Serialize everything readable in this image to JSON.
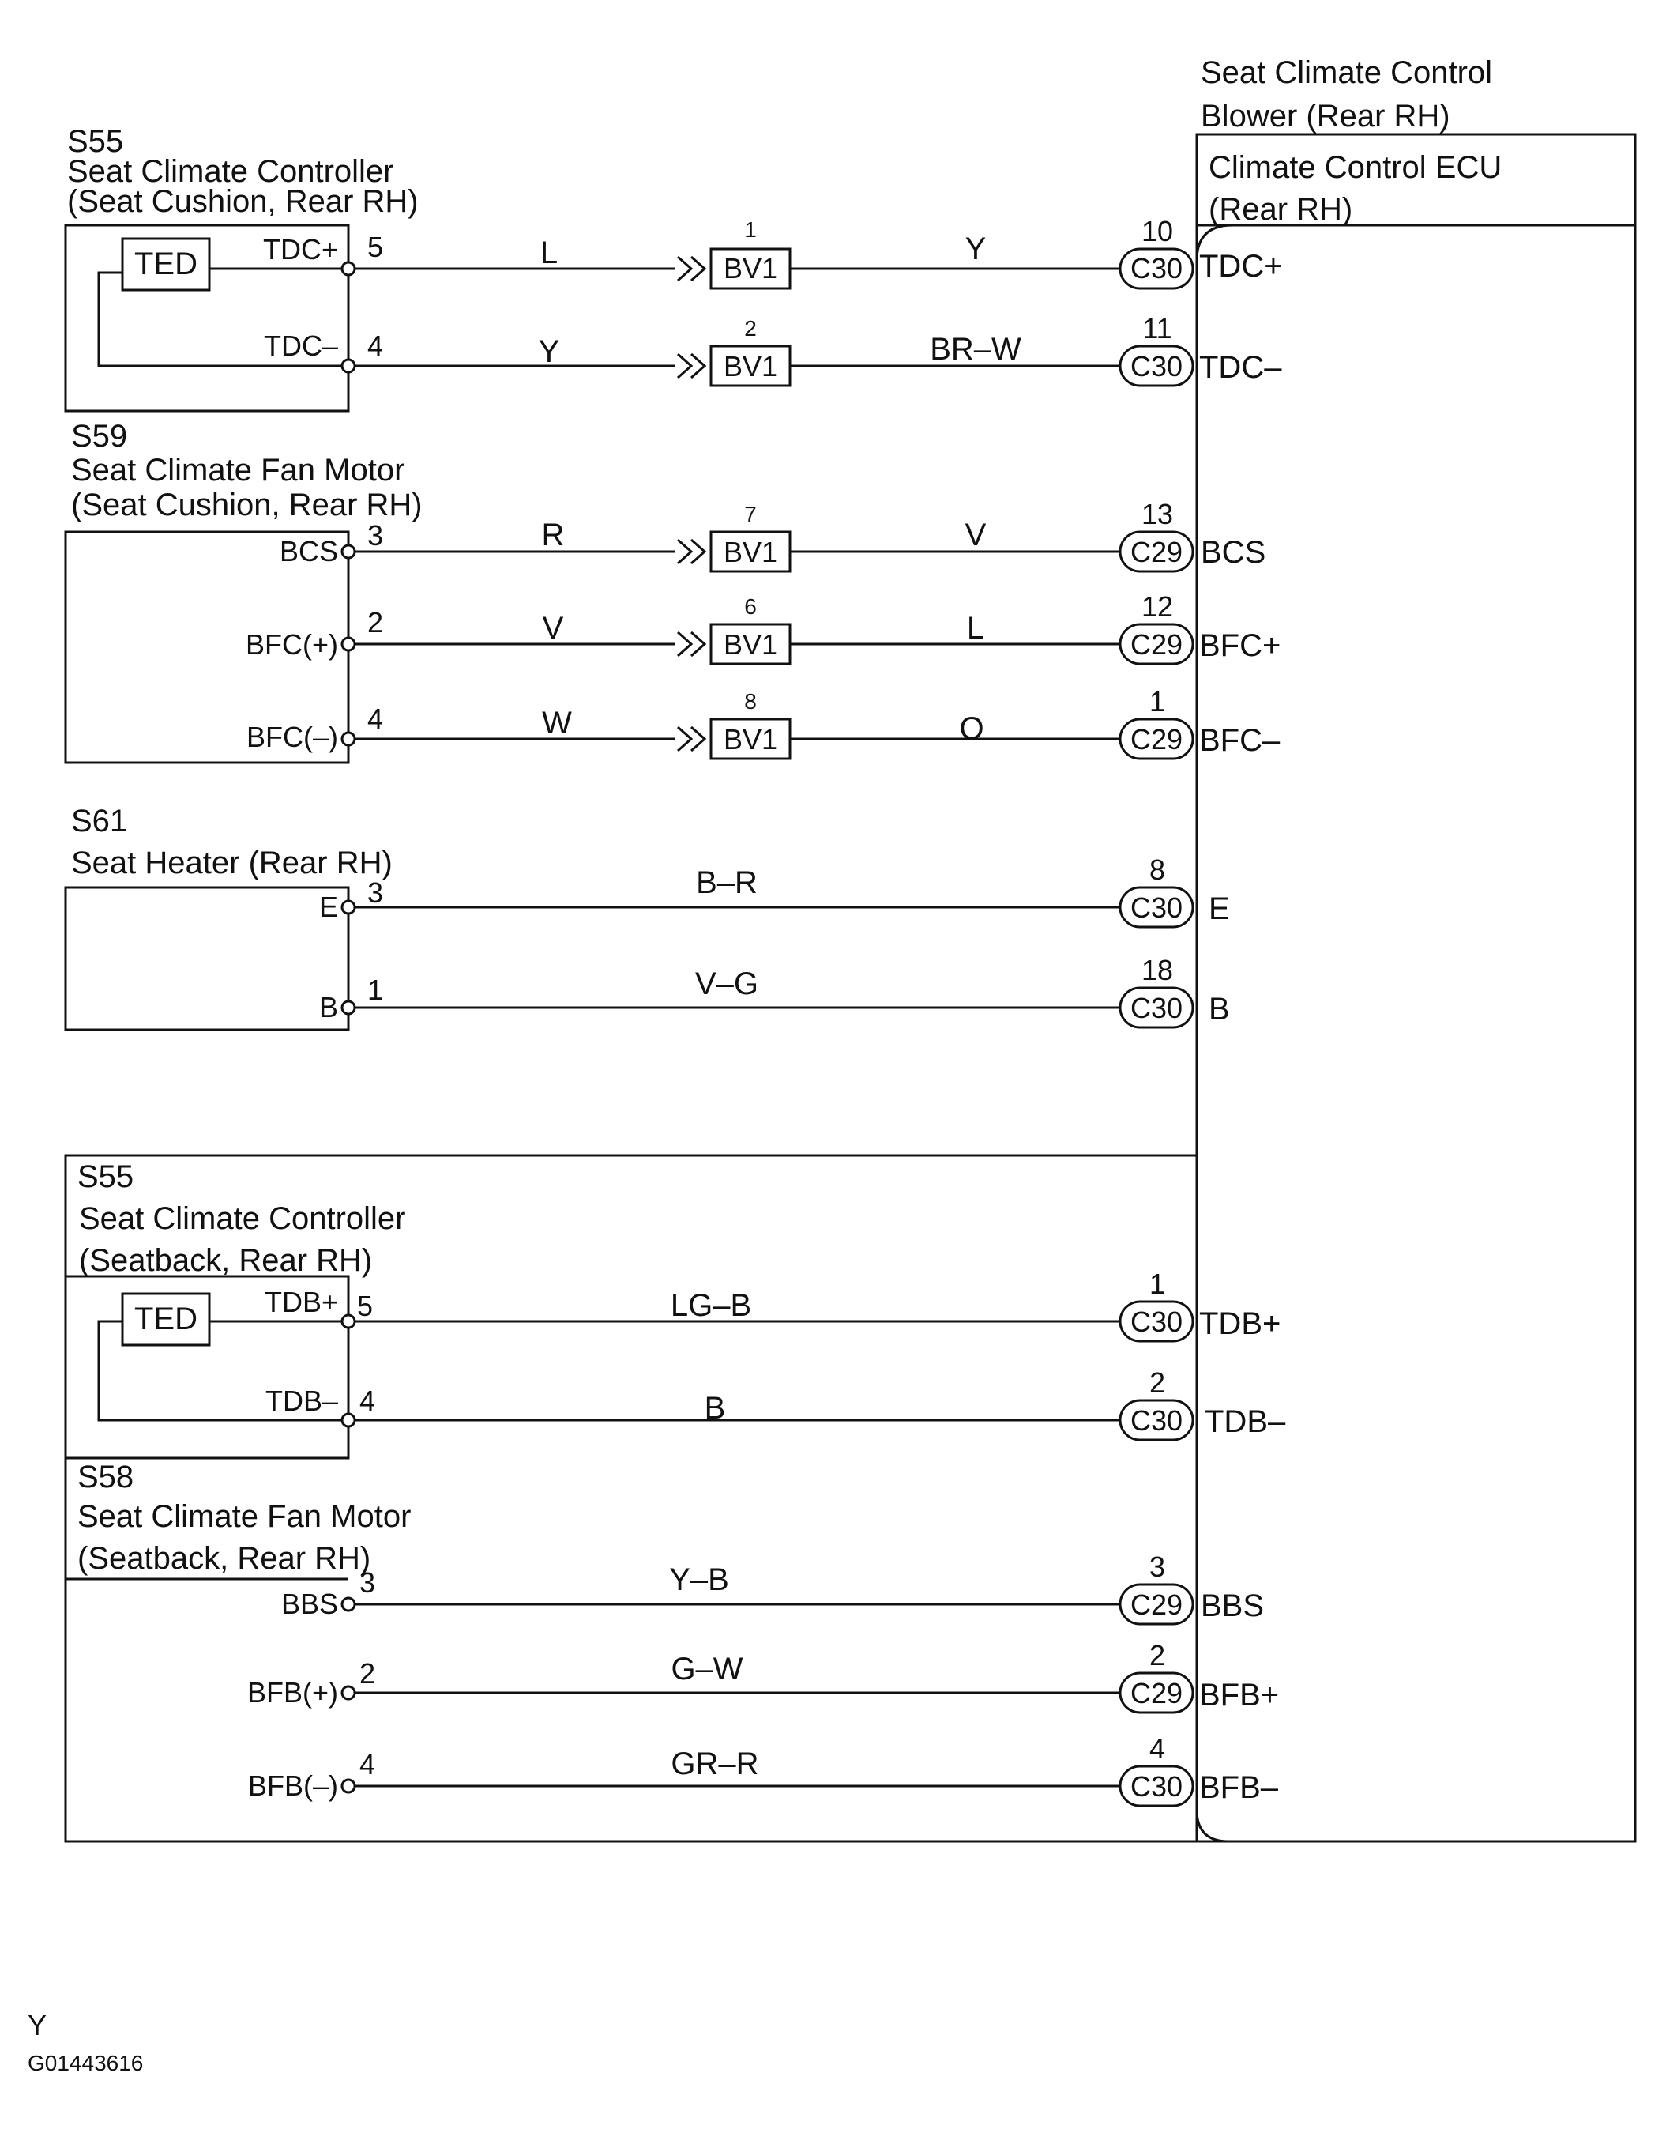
{
  "ecu": {
    "title_line1": "Seat Climate Control",
    "title_line2": "Blower (Rear RH)",
    "subtitle_line1": "Climate Control ECU",
    "subtitle_line2": "(Rear RH)"
  },
  "components": {
    "s55_cushion": {
      "id": "S55",
      "name": "Seat Climate Controller",
      "location": "(Seat Cushion, Rear RH)"
    },
    "s59": {
      "id": "S59",
      "name": "Seat Climate Fan Motor",
      "location": "(Seat Cushion, Rear RH)"
    },
    "s61": {
      "id": "S61",
      "name": "Seat Heater (Rear RH)"
    },
    "s55_back": {
      "id": "S55",
      "name": "Seat Climate Controller",
      "location": "(Seatback, Rear RH)"
    },
    "s58": {
      "id": "S58",
      "name": "Seat Climate Fan Motor",
      "location": "(Seatback, Rear RH)"
    }
  },
  "ted_label": "TED",
  "wires": [
    {
      "term": "TDC+",
      "pin": "5",
      "color1": "L",
      "inline_pin": "1",
      "inline": "BV1",
      "color2": "Y",
      "ecu_pin": "10",
      "ecu_conn": "C30",
      "ecu_term": "TDC+"
    },
    {
      "term": "TDC–",
      "pin": "4",
      "color1": "Y",
      "inline_pin": "2",
      "inline": "BV1",
      "color2": "BR–W",
      "ecu_pin": "11",
      "ecu_conn": "C30",
      "ecu_term": "TDC–"
    },
    {
      "term": "BCS",
      "pin": "3",
      "color1": "R",
      "inline_pin": "7",
      "inline": "BV1",
      "color2": "V",
      "ecu_pin": "13",
      "ecu_conn": "C29",
      "ecu_term": "BCS"
    },
    {
      "term": "BFC(+)",
      "pin": "2",
      "color1": "V",
      "inline_pin": "6",
      "inline": "BV1",
      "color2": "L",
      "ecu_pin": "12",
      "ecu_conn": "C29",
      "ecu_term": "BFC+"
    },
    {
      "term": "BFC(–)",
      "pin": "4",
      "color1": "W",
      "inline_pin": "8",
      "inline": "BV1",
      "color2": "O",
      "ecu_pin": "1",
      "ecu_conn": "C29",
      "ecu_term": "BFC–"
    },
    {
      "term": "E",
      "pin": "3",
      "color": "B–R",
      "ecu_pin": "8",
      "ecu_conn": "C30",
      "ecu_term": "E"
    },
    {
      "term": "B",
      "pin": "1",
      "color": "V–G",
      "ecu_pin": "18",
      "ecu_conn": "C30",
      "ecu_term": "B"
    },
    {
      "term": "TDB+",
      "pin": "5",
      "color": "LG–B",
      "ecu_pin": "1",
      "ecu_conn": "C30",
      "ecu_term": "TDB+"
    },
    {
      "term": "TDB–",
      "pin": "4",
      "color": "B",
      "ecu_pin": "2",
      "ecu_conn": "C30",
      "ecu_term": "TDB–"
    },
    {
      "term": "BBS",
      "pin": "3",
      "color": "Y–B",
      "ecu_pin": "3",
      "ecu_conn": "C29",
      "ecu_term": "BBS"
    },
    {
      "term": "BFB(+)",
      "pin": "2",
      "color": "G–W",
      "ecu_pin": "2",
      "ecu_conn": "C29",
      "ecu_term": "BFB+"
    },
    {
      "term": "BFB(–)",
      "pin": "4",
      "color": "GR–R",
      "ecu_pin": "4",
      "ecu_conn": "C30",
      "ecu_term": "BFB–"
    }
  ],
  "footer": {
    "code1": "Y",
    "code2": "G01443616"
  }
}
